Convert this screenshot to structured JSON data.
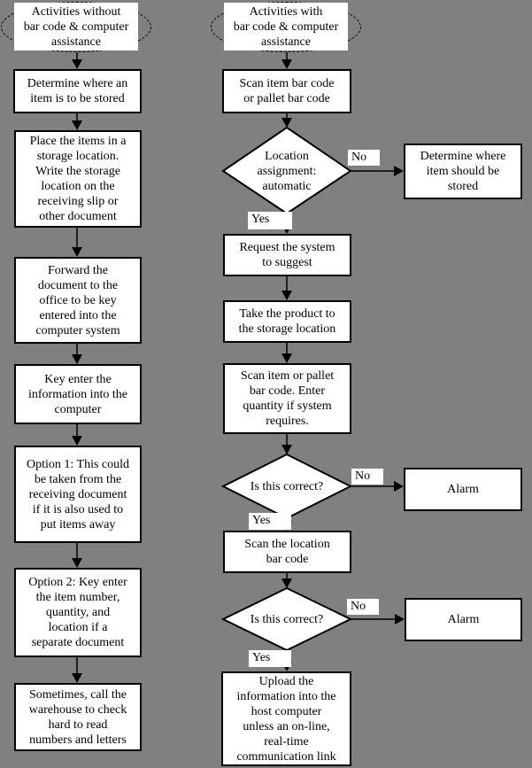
{
  "colors": {
    "background": "#808080",
    "shape_fill": "#ffffff",
    "line": "#000000"
  },
  "left": {
    "start": "Activities without\nbar code & computer\nassistance",
    "steps": [
      "Determine where an\nitem is to be stored",
      "Place the items in a\nstorage location.\nWrite the storage\nlocation on the\nreceiving slip or\nother document",
      "Forward the\ndocument to the\noffice to be key\nentered into the\ncomputer system",
      "Key enter the\ninformation into the\ncomputer",
      "Option 1: This could\nbe taken from the\nreceiving document\nif it is also used to\nput items away",
      "Option 2: Key enter\nthe item number,\nquantity, and\nlocation if a\nseparate document",
      "Sometimes, call the\nwarehouse to check\nhard to read\nnumbers and letters"
    ]
  },
  "right": {
    "start": "Activities with\nbar code & computer\nassistance",
    "scan_item": "Scan item bar code\nor pallet bar code",
    "decision_location": "Location\nassignment:\nautomatic",
    "determine_store": "Determine where\nitem should be\nstored",
    "request_suggest": "Request the system\nto suggest",
    "take_product": "Take the product to\nthe storage location",
    "scan_pallet": "Scan item or pallet\nbar code.  Enter\nquantity if system\nrequires.",
    "decision_correct_1": "Is this correct?",
    "alarm_1": "Alarm",
    "scan_location": "Scan the location\nbar code",
    "decision_correct_2": "Is this correct?",
    "alarm_2": "Alarm",
    "upload": "Upload the\ninformation into the\nhost computer\nunless an on-line,\nreal-time\ncommunication link"
  },
  "labels": {
    "yes": "Yes",
    "no": "No"
  }
}
